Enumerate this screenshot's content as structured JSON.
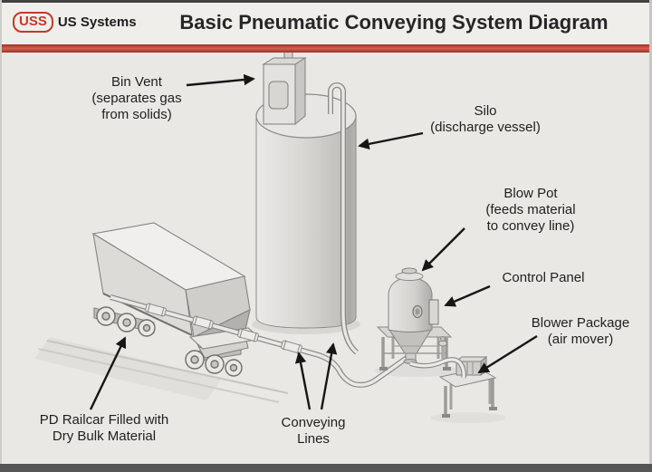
{
  "header": {
    "logo_acronym": "USS",
    "logo_text": "US Systems",
    "title": "Basic Pneumatic Conveying System Diagram"
  },
  "labels": {
    "bin_vent": "Bin Vent\n(separates gas\nfrom solids)",
    "silo": "Silo\n(discharge vessel)",
    "blow_pot": "Blow Pot\n(feeds material\nto convey line)",
    "control_panel": "Control Panel",
    "blower_package": "Blower Package\n(air mover)",
    "pd_railcar": "PD Railcar Filled with\nDry Bulk Material",
    "conveying_lines": "Conveying\nLines"
  },
  "colors": {
    "accent_red": "#b8402f",
    "logo_red": "#c23a2a",
    "background": "#e9e8e5",
    "footer_band": "#565656",
    "ink": "#1f1f1f"
  }
}
